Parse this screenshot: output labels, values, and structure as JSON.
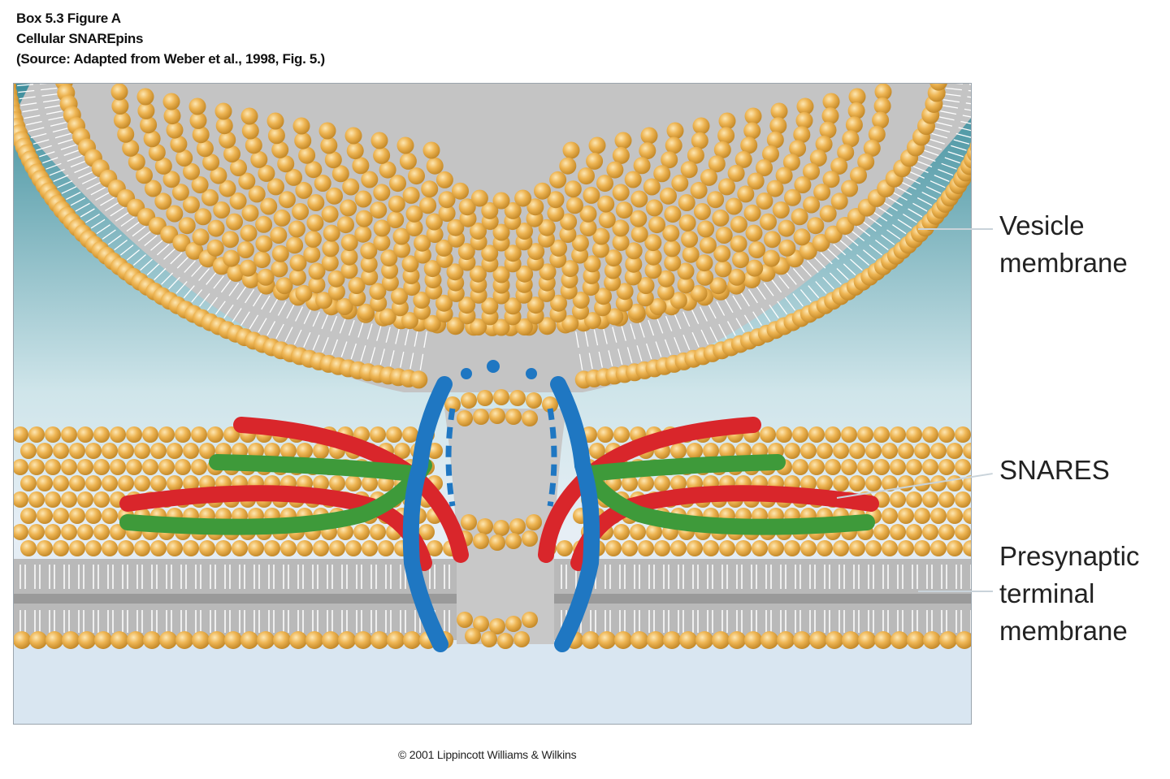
{
  "header": {
    "line1": "Box 5.3 Figure A",
    "line2": "Cellular SNAREpins",
    "line3": "(Source: Adapted from Weber et al., 1998, Fig. 5.)"
  },
  "labels": {
    "vesicle": [
      "Vesicle",
      "membrane"
    ],
    "snares": [
      "SNARES"
    ],
    "presynaptic": [
      "Presynaptic",
      "terminal",
      "membrane"
    ]
  },
  "copyright": "© 2001 Lippincott Williams & Wilkins",
  "colors": {
    "lipid_head": "#e9b04c",
    "lipid_tail": "#b7b7b7",
    "fluid_top": "#3e8e9c",
    "fluid_bottom": "#dde8f2",
    "snare_red": "#d9262b",
    "snare_green": "#3e9a3a",
    "snare_blue": "#1f77c2"
  }
}
